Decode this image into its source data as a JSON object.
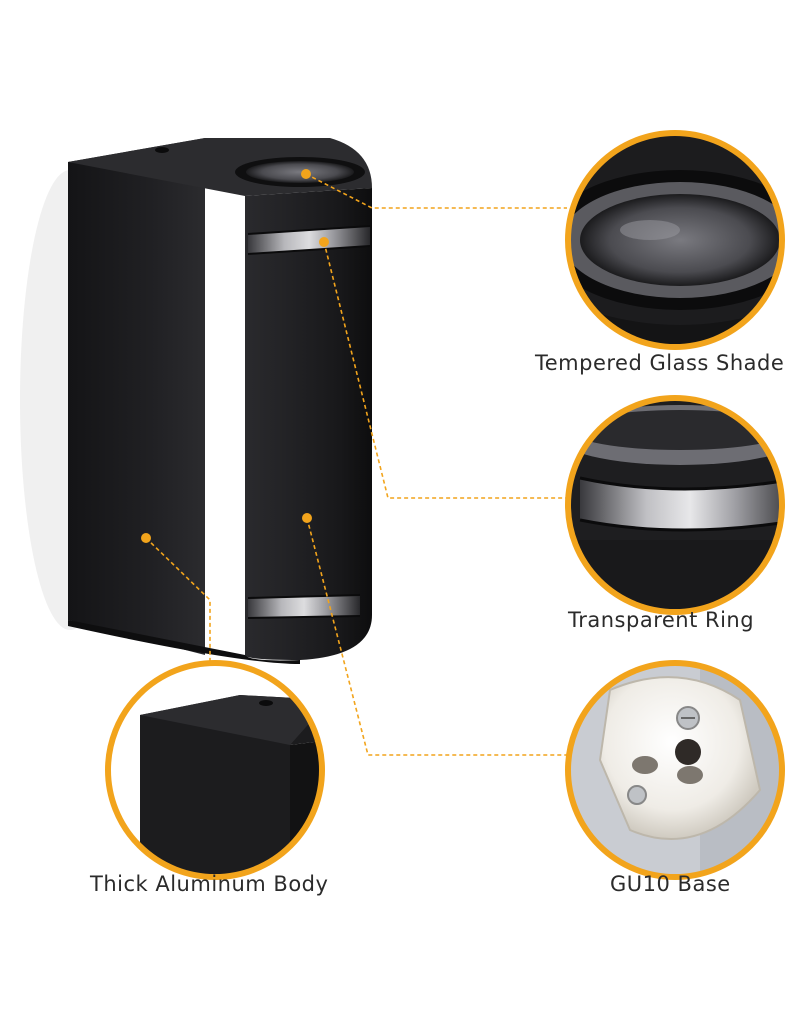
{
  "labels": {
    "glass": "Tempered Glass Shade",
    "ring": "Transparent Ring",
    "gu10": "GU10 Base",
    "body": "Thick Aluminum Body"
  },
  "colors": {
    "accent": "#F2A41C",
    "lamp_body": "#1f1f21",
    "text": "#2b2b2b"
  }
}
